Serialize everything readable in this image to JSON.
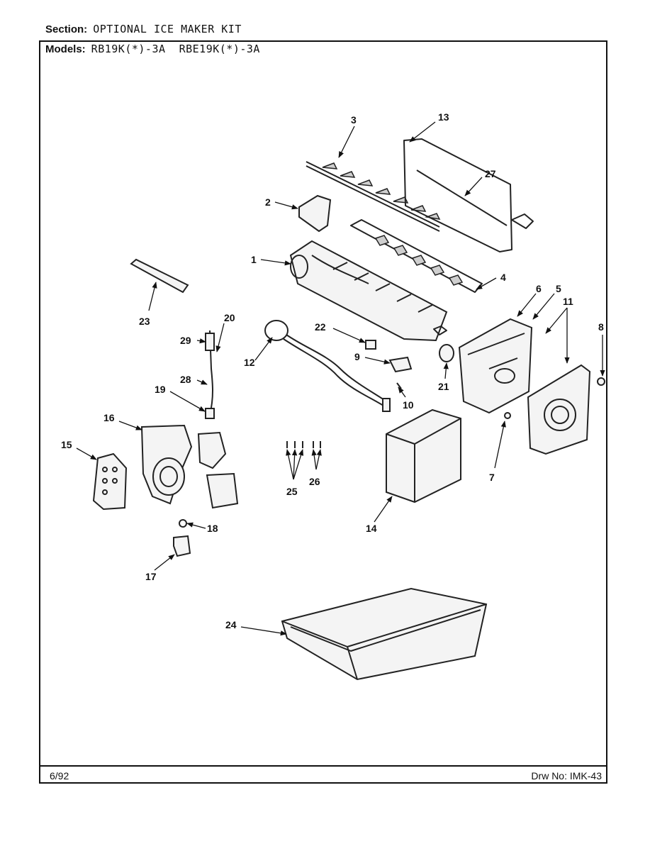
{
  "header": {
    "section_label": "Section:",
    "section_value": "OPTIONAL ICE MAKER KIT",
    "models_label": "Models:",
    "models_value": "RB19K(*)-3A  RBE19K(*)-3A"
  },
  "footer": {
    "date": "6/92",
    "drawing_number": "Drw No: IMK-43"
  },
  "callouts": [
    {
      "id": "1",
      "label": "1"
    },
    {
      "id": "2",
      "label": "2"
    },
    {
      "id": "3",
      "label": "3"
    },
    {
      "id": "4",
      "label": "4"
    },
    {
      "id": "5",
      "label": "5"
    },
    {
      "id": "6",
      "label": "6"
    },
    {
      "id": "7",
      "label": "7"
    },
    {
      "id": "8",
      "label": "8"
    },
    {
      "id": "9",
      "label": "9"
    },
    {
      "id": "10",
      "label": "10"
    },
    {
      "id": "11",
      "label": "11"
    },
    {
      "id": "12",
      "label": "12"
    },
    {
      "id": "13",
      "label": "13"
    },
    {
      "id": "14",
      "label": "14"
    },
    {
      "id": "15",
      "label": "15"
    },
    {
      "id": "16",
      "label": "16"
    },
    {
      "id": "17",
      "label": "17"
    },
    {
      "id": "18",
      "label": "18"
    },
    {
      "id": "19",
      "label": "19"
    },
    {
      "id": "20",
      "label": "20"
    },
    {
      "id": "21",
      "label": "21"
    },
    {
      "id": "22",
      "label": "22"
    },
    {
      "id": "23",
      "label": "23"
    },
    {
      "id": "24",
      "label": "24"
    },
    {
      "id": "25",
      "label": "25"
    },
    {
      "id": "26",
      "label": "26"
    },
    {
      "id": "27",
      "label": "27"
    },
    {
      "id": "28",
      "label": "28"
    },
    {
      "id": "29",
      "label": "29"
    }
  ]
}
